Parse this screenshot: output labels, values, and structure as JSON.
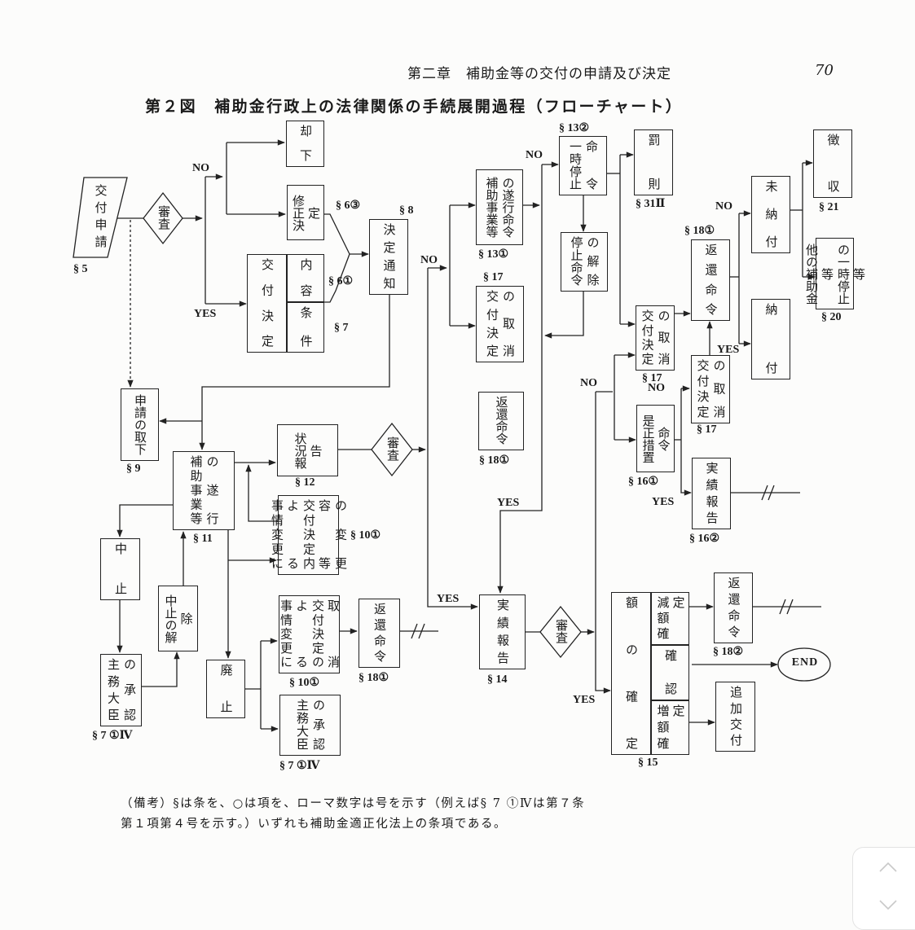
{
  "header": {
    "chapter": "第二章　補助金等の交付の申請及び決定",
    "page": "70"
  },
  "figure_title": "第２図　補助金行政上の法律関係の手続展開過程（フローチャート）",
  "nodes": {
    "kofu_shinsei": {
      "cols": [
        "交付申請"
      ]
    },
    "kyakka": {
      "cols": [
        "却下"
      ]
    },
    "shusei": {
      "cols": [
        "修正決定"
      ]
    },
    "kofu_kettei": {
      "cols": [
        "交付決定"
      ]
    },
    "naiyo": {
      "cols": [
        "内容"
      ]
    },
    "joken": {
      "cols": [
        "条件"
      ]
    },
    "kettei_tsuchi": {
      "cols": [
        "決定通知"
      ]
    },
    "suiko_meirei": {
      "cols": [
        "補助事業等",
        "の遂行命令"
      ]
    },
    "torikeshi_a": {
      "cols": [
        "交付決定",
        "の取消"
      ]
    },
    "ichiji_teishi": {
      "cols": [
        "一時停止",
        "命令"
      ]
    },
    "teishi_kaijo": {
      "cols": [
        "停止命令",
        "の解除"
      ]
    },
    "bassoku": {
      "cols": [
        "罰則"
      ]
    },
    "torikeshi_b": {
      "cols": [
        "交付決定",
        "の取消"
      ]
    },
    "henkan_a": {
      "cols": [
        "返還命令"
      ]
    },
    "minofu": {
      "cols": [
        "未納付"
      ]
    },
    "nofu": {
      "cols": [
        "納付"
      ]
    },
    "choshu": {
      "cols": [
        "徴収"
      ]
    },
    "hoka_teishi": {
      "cols": [
        "他の補助金等",
        "の一時停止等"
      ]
    },
    "torikeshi_c": {
      "cols": [
        "交付決定",
        "の取消"
      ]
    },
    "zesei": {
      "cols": [
        "是正措置命令"
      ]
    },
    "jisseki_a": {
      "cols": [
        "実績報告"
      ]
    },
    "henkan_mid": {
      "cols": [
        "返還命令"
      ]
    },
    "shinsei_torisage": {
      "cols": [
        "申請の取下"
      ]
    },
    "suiko": {
      "cols": [
        "補助事業等",
        "の遂行"
      ]
    },
    "jokyo": {
      "cols": [
        "状況報告"
      ]
    },
    "henko": {
      "cols": [
        "事情変更による",
        "交付決定内容等",
        "の変更"
      ]
    },
    "chushi": {
      "cols": [
        "中止"
      ]
    },
    "shomu_a": {
      "cols": [
        "主務大臣",
        "の承認"
      ]
    },
    "chushi_kaijo": {
      "cols": [
        "中止の解除"
      ]
    },
    "haishi": {
      "cols": [
        "廃止"
      ]
    },
    "torikeshi_jijo": {
      "cols": [
        "事情変更による",
        "交付決定の取消"
      ]
    },
    "shomu_b": {
      "cols": [
        "主務大臣",
        "の承認"
      ]
    },
    "henkan_b": {
      "cols": [
        "返還命令"
      ]
    },
    "jisseki_b": {
      "cols": [
        "実績報告"
      ]
    },
    "gaku": {
      "cols": [
        "額の確定"
      ]
    },
    "gengaku": {
      "cols": [
        "減額確定"
      ]
    },
    "kakunin": {
      "cols": [
        "確認"
      ]
    },
    "zogaku": {
      "cols": [
        "増額確定"
      ]
    },
    "henkan_c": {
      "cols": [
        "返還命令"
      ]
    },
    "tsuika": {
      "cols": [
        "追加交付"
      ]
    }
  },
  "diamonds": {
    "shinsa_1": "審査",
    "shinsa_2": "審査",
    "shinsa_3": "審査"
  },
  "end_label": "END",
  "labels": {
    "sec5": "§ 5",
    "no1": "NO",
    "yes1": "YES",
    "sec6_3": "§ 6③",
    "sec8": "§ 8",
    "sec6_1": "§ 6①",
    "sec7": "§ 7",
    "no2": "NO",
    "sec13_1": "§ 13①",
    "sec17a": "§ 17",
    "sec13_2": "§ 13②",
    "no3": "NO",
    "sec31": "§ 31Ⅱ",
    "sec17b": "§ 17",
    "sec18_1a": "§ 18①",
    "no4": "NO",
    "yes4": "YES",
    "sec21": "§ 21",
    "sec20": "§ 20",
    "no5": "NO",
    "sec17c": "§ 17",
    "no6": "NO",
    "sec16_1": "§ 16①",
    "yes6": "YES",
    "sec16_2": "§ 16②",
    "sec18_1mid": "§ 18①",
    "yes7": "YES",
    "sec9": "§ 9",
    "sec11": "§ 11",
    "sec12": "§ 12",
    "sec10_1a": "§ 10①",
    "yes8": "YES",
    "sec14": "§ 14",
    "yes9": "YES",
    "sec15": "§ 15",
    "sec18_2": "§ 18②",
    "sec7_1_4a": "§ 7 ①Ⅳ",
    "sec10_1b": "§ 10①",
    "sec18_1b": "§ 18①",
    "sec7_1_4b": "§ 7 ①Ⅳ"
  },
  "notes": [
    "（備考）§は条を、○は項を、ローマ数字は号を示す（例えば§ 7 ①Ⅳは第７条",
    "第１項第４号を示す。）いずれも補助金適正化法上の条項である。"
  ]
}
